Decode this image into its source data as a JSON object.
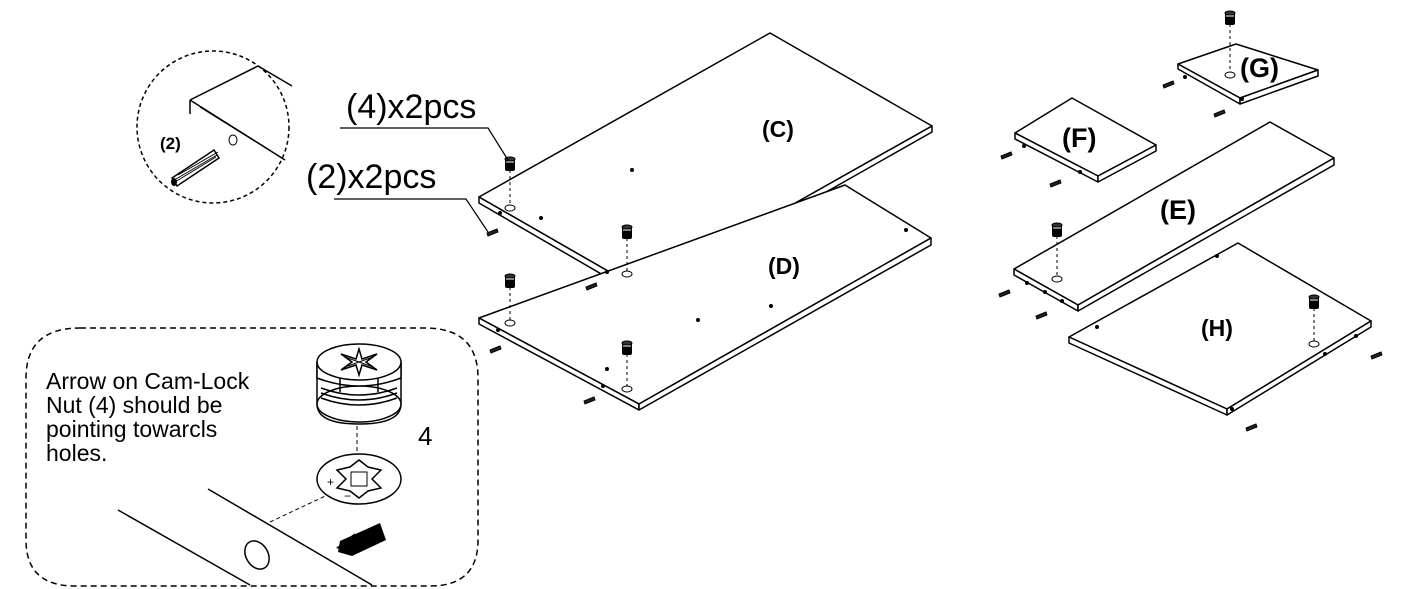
{
  "callouts": {
    "dowel_qty": "(4)x2pcs",
    "cam_qty": "(2)x2pcs",
    "dowel_part": "(2)",
    "cam_part_number": "4"
  },
  "panels": {
    "c": "(C)",
    "d": "(D)",
    "e": "(E)",
    "f": "(F)",
    "g": "(G)",
    "h": "(H)"
  },
  "note": {
    "lines": [
      "Arrow on Cam-Lock",
      "Nut (4) should be",
      "pointing towarcls",
      "holes."
    ]
  },
  "icons": {
    "cam_nut": "cam-lock-nut-icon",
    "dowel": "wooden-dowel-icon",
    "direction": "direction-arrow-icon"
  },
  "colors": {
    "line": "#000000",
    "background": "#ffffff",
    "nut_fill": "#000000"
  }
}
